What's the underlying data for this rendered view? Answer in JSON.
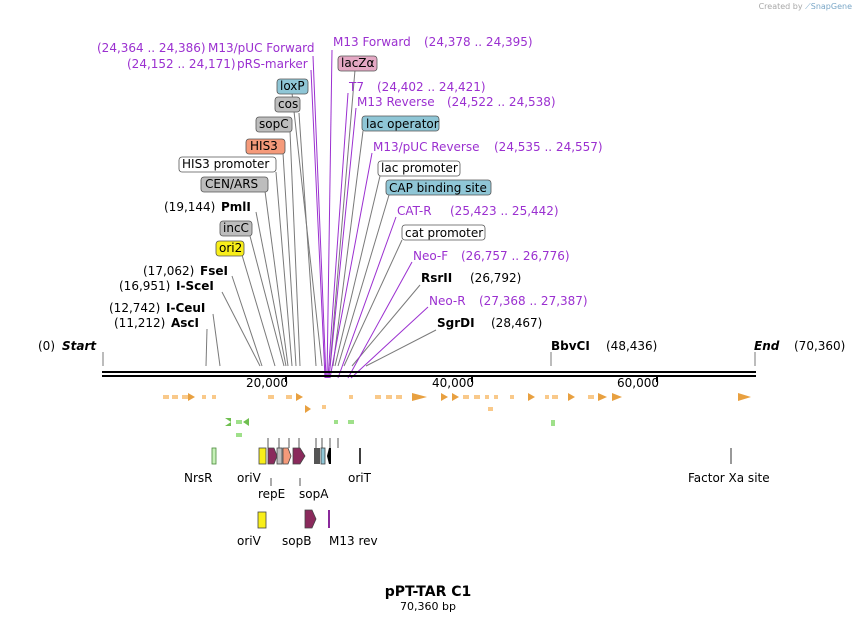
{
  "credit": {
    "prefix": "Created by",
    "brand": "SnapGene"
  },
  "plasmid": {
    "name": "pPT-TAR C1",
    "length_label": "70,360 bp",
    "length": 70360
  },
  "ends": [
    {
      "label": "Start",
      "coord": "(0)"
    },
    {
      "label": "End",
      "coord": "(70,360)"
    }
  ],
  "axis": {
    "ticks": [
      "20,000",
      "40,000",
      "60,000"
    ]
  },
  "colors": {
    "primer": "#9b30d0",
    "line": "#7a7a7a",
    "blue": "#8fc6d6",
    "grey": "#bdbdbd",
    "orange": "#f59a7a",
    "yellow": "#f8ee1a",
    "pink": "#e4a8c4",
    "white": "#ffffff",
    "orf": "#e8a040",
    "orf_light": "#f9c98a",
    "green": "#9fe08a",
    "purple": "#8a2a5c"
  },
  "features": [
    {
      "label": "(24,364 .. 24,386)",
      "name": "M13/pUC Forward",
      "kind": "primer"
    },
    {
      "label": "(24,152 .. 24,171)",
      "name": "pRS-marker",
      "kind": "primer"
    },
    {
      "name": "loxP",
      "kind": "box",
      "fill": "blue"
    },
    {
      "name": "cos",
      "kind": "box",
      "fill": "grey"
    },
    {
      "name": "sopC",
      "kind": "box",
      "fill": "grey"
    },
    {
      "name": "HIS3",
      "kind": "box",
      "fill": "orange"
    },
    {
      "name": "HIS3 promoter",
      "kind": "box",
      "fill": "white"
    },
    {
      "name": "CEN/ARS",
      "kind": "box",
      "fill": "grey"
    },
    {
      "label": "(19,144)",
      "name": "PmlI",
      "kind": "enzyme"
    },
    {
      "name": "incC",
      "kind": "box",
      "fill": "grey"
    },
    {
      "name": "ori2",
      "kind": "box",
      "fill": "yellow"
    },
    {
      "label": "(17,062)",
      "name": "FseI",
      "kind": "enzyme"
    },
    {
      "label": "(16,951)",
      "name": "I-SceI",
      "kind": "enzyme"
    },
    {
      "label": "(12,742)",
      "name": "I-CeuI",
      "kind": "enzyme"
    },
    {
      "label": "(11,212)",
      "name": "AscI",
      "kind": "enzyme"
    },
    {
      "name": "M13 Forward",
      "label": "(24,378 .. 24,395)",
      "kind": "primer"
    },
    {
      "name": "lacZα",
      "kind": "box",
      "fill": "pink"
    },
    {
      "name": "T7",
      "label": "(24,402 .. 24,421)",
      "kind": "primer"
    },
    {
      "name": "M13 Reverse",
      "label": "(24,522 .. 24,538)",
      "kind": "primer"
    },
    {
      "name": "lac operator",
      "kind": "box",
      "fill": "blue"
    },
    {
      "name": "M13/pUC Reverse",
      "label": "(24,535 .. 24,557)",
      "kind": "primer"
    },
    {
      "name": "lac promoter",
      "kind": "box",
      "fill": "white"
    },
    {
      "name": "CAP binding site",
      "kind": "box",
      "fill": "blue"
    },
    {
      "name": "CAT-R",
      "label": "(25,423 .. 25,442)",
      "kind": "primer"
    },
    {
      "name": "cat promoter",
      "kind": "box",
      "fill": "white"
    },
    {
      "name": "Neo-F",
      "label": "(26,757 .. 26,776)",
      "kind": "primer"
    },
    {
      "name": "RsrII",
      "label": "(26,792)",
      "kind": "enzyme"
    },
    {
      "name": "Neo-R",
      "label": "(27,368 .. 27,387)",
      "kind": "primer"
    },
    {
      "name": "SgrDI",
      "label": "(28,467)",
      "kind": "enzyme"
    },
    {
      "name": "BbvCI",
      "label": "(48,436)",
      "kind": "enzyme"
    }
  ],
  "bottom_labels": [
    "NrsR",
    "oriV",
    "repE",
    "sopA",
    "oriT",
    "Factor Xa site",
    "oriV",
    "sopB",
    "M13 rev"
  ]
}
